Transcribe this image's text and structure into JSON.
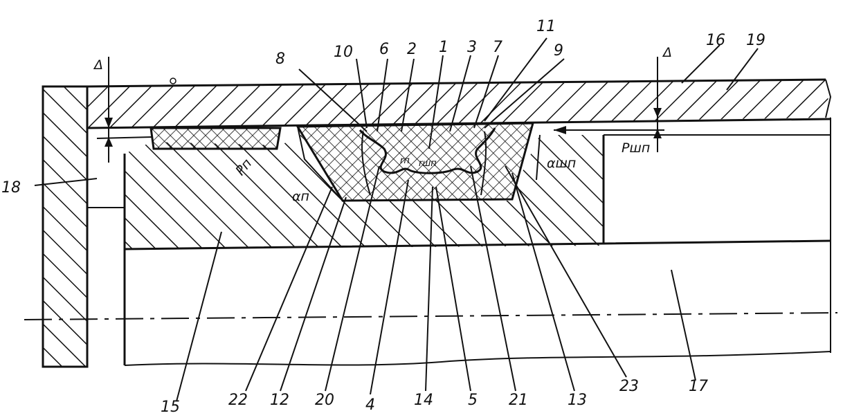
{
  "drawing": {
    "callouts": [
      "1",
      "2",
      "3",
      "4",
      "5",
      "6",
      "7",
      "8",
      "9",
      "10",
      "11",
      "12",
      "13",
      "14",
      "15",
      "16",
      "17",
      "18",
      "19",
      "20",
      "21",
      "22",
      "23"
    ],
    "gap_labels": {
      "left": "Δ",
      "right": "Δ"
    },
    "symbols": {
      "p_n": "Pп",
      "p_shp": "Pшп",
      "alpha_n": "αп",
      "alpha_shp": "αшп",
      "r_shp": "rшп",
      "r_n": "rп"
    }
  }
}
